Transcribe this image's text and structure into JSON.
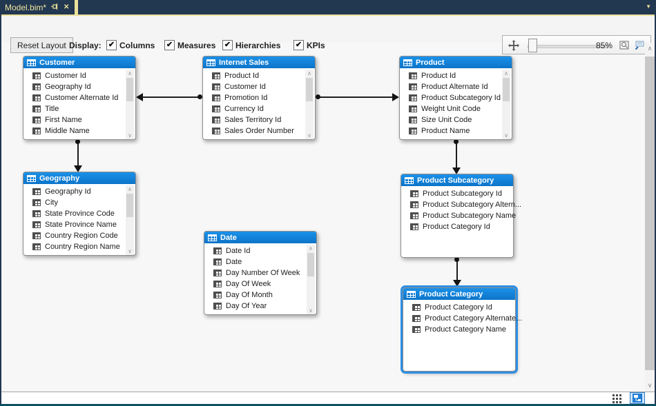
{
  "tab_bar": {
    "active_tab": {
      "title": "Model.bim*"
    }
  },
  "toolbar": {
    "reset_layout_button": "Reset Layout",
    "display_label": "Display:",
    "checkboxes": [
      {
        "label": "Columns",
        "checked": true
      },
      {
        "label": "Measures",
        "checked": true
      },
      {
        "label": "Hierarchies",
        "checked": true
      },
      {
        "label": "KPIs",
        "checked": true
      }
    ],
    "zoom_control": {
      "zoom_level": "85%"
    }
  },
  "diagram": {
    "tables": [
      {
        "name": "Customer",
        "columns": [
          "Customer Id",
          "Geography Id",
          "Customer Alternate Id",
          "Title",
          "First Name",
          "Middle Name"
        ],
        "scrollbar": true,
        "selected": false
      },
      {
        "name": "Internet Sales",
        "columns": [
          "Product Id",
          "Customer Id",
          "Promotion Id",
          "Currency Id",
          "Sales Territory Id",
          "Sales Order Number"
        ],
        "scrollbar": true,
        "selected": false
      },
      {
        "name": "Product",
        "columns": [
          "Product Id",
          "Product Alternate Id",
          "Product Subcategory Id",
          "Weight Unit Code",
          "Size Unit Code",
          "Product Name"
        ],
        "scrollbar": true,
        "selected": false
      },
      {
        "name": "Geography",
        "columns": [
          "Geography Id",
          "City",
          "State Province Code",
          "State Province Name",
          "Country Region Code",
          "Country Region Name"
        ],
        "scrollbar": true,
        "selected": false
      },
      {
        "name": "Date",
        "columns": [
          "Date Id",
          "Date",
          "Day Number Of Week",
          "Day Of Week",
          "Day Of Month",
          "Day Of Year"
        ],
        "scrollbar": true,
        "selected": false
      },
      {
        "name": "Product Subcategory",
        "columns": [
          "Product Subcategory Id",
          "Product Subcategory Altern...",
          "Product Subcategory Name",
          "Product Category Id"
        ],
        "scrollbar": false,
        "selected": false
      },
      {
        "name": "Product Category",
        "columns": [
          "Product Category Id",
          "Product Category Alternate...",
          "Product Category Name"
        ],
        "scrollbar": false,
        "selected": true
      }
    ],
    "relationships": [
      {
        "from": "Internet Sales",
        "to": "Customer"
      },
      {
        "from": "Internet Sales",
        "to": "Product"
      },
      {
        "from": "Customer",
        "to": "Geography"
      },
      {
        "from": "Product",
        "to": "Product Subcategory"
      },
      {
        "from": "Product Subcategory",
        "to": "Product Category"
      }
    ]
  },
  "status_bar": {
    "views": [
      {
        "name": "grid-view",
        "selected": false
      },
      {
        "name": "diagram-view",
        "selected": true
      }
    ]
  },
  "icons": {
    "check": "✔",
    "close": "✕",
    "dropdown_arrow": "▼",
    "scroll_up": "∧",
    "scroll_down": "∨"
  },
  "colors": {
    "header_blue": "#1488DF",
    "tab_strip_bg": "#223750",
    "tab_text": "#F0E79E",
    "selection_blue": "#2D8FE2",
    "bottom_edge_teal": "#0E4F63"
  }
}
